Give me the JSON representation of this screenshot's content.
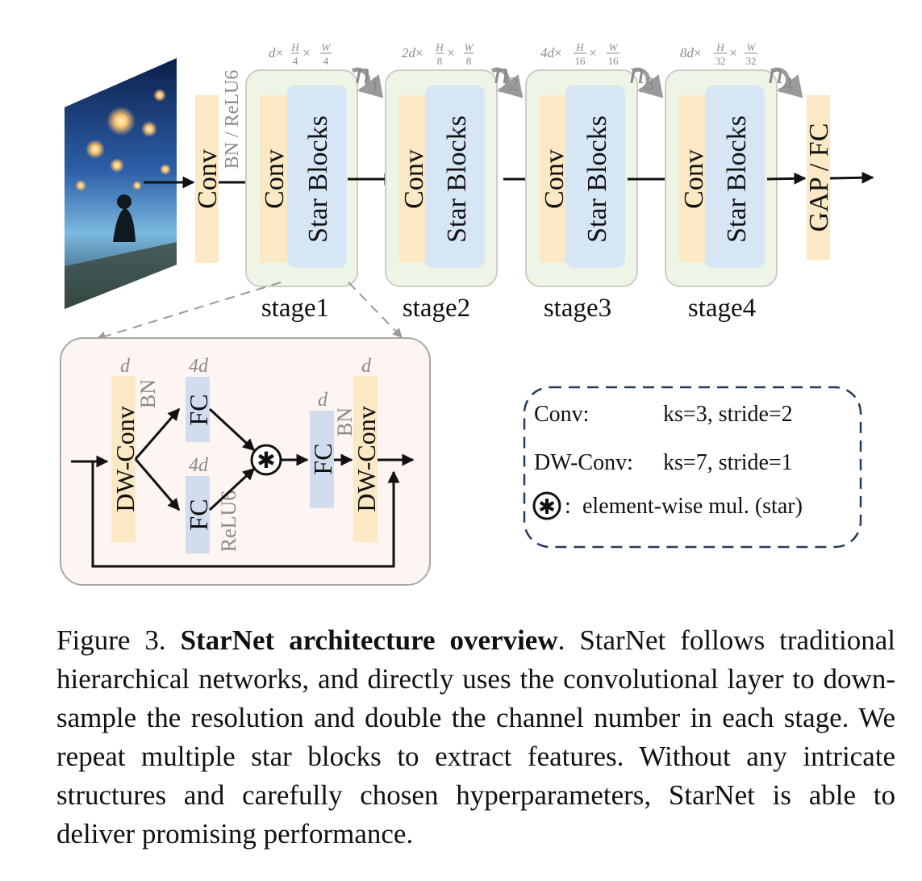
{
  "diagram": {
    "stem": {
      "conv": "Conv",
      "norm": "BN / ReLU6"
    },
    "stages": [
      {
        "label": "stage1",
        "conv": "Conv",
        "blocks": "Star Blocks",
        "repeat": "n",
        "repeat_sub": "1",
        "shape": {
          "ch": "d",
          "h_num": "H",
          "h_den": "4",
          "w_num": "W",
          "w_den": "4"
        }
      },
      {
        "label": "stage2",
        "conv": "Conv",
        "blocks": "Star Blocks",
        "repeat": "n",
        "repeat_sub": "2",
        "shape": {
          "ch": "2d",
          "h_num": "H",
          "h_den": "8",
          "w_num": "W",
          "w_den": "8"
        }
      },
      {
        "label": "stage3",
        "conv": "Conv",
        "blocks": "Star Blocks",
        "repeat": "n",
        "repeat_sub": "3",
        "shape": {
          "ch": "4d",
          "h_num": "H",
          "h_den": "16",
          "w_num": "W",
          "w_den": "16"
        }
      },
      {
        "label": "stage4",
        "conv": "Conv",
        "blocks": "Star Blocks",
        "repeat": "n",
        "repeat_sub": "4",
        "shape": {
          "ch": "8d",
          "h_num": "H",
          "h_den": "32",
          "w_num": "W",
          "w_den": "32"
        }
      }
    ],
    "head": "GAP / FC",
    "star_block": {
      "dwconv1": "DW-Conv",
      "dwconv1_dim": "d",
      "dwconv1_norm": "BN",
      "fc_top": "FC",
      "fc_top_dim": "4d",
      "fc_bottom": "FC",
      "fc_bottom_dim": "4d",
      "fc_bottom_act": "ReLU6",
      "star_symbol": "✱",
      "fc_out": "FC",
      "fc_out_dim": "d",
      "fc_out_norm": "BN",
      "dwconv2": "DW-Conv",
      "dwconv2_dim": "d"
    },
    "legend": [
      {
        "name": "Conv:",
        "value": "ks=3, stride=2"
      },
      {
        "name": "DW-Conv:",
        "value": "ks=7, stride=1"
      },
      {
        "name": ":",
        "value": "element-wise mul. (star)"
      }
    ]
  },
  "caption": {
    "label": "Figure 3.",
    "title": "StarNet architecture overview",
    "text": ". StarNet follows traditional hierarchical networks, and directly uses the convolutional layer to down-sample the resolution and double the channel number in each stage. We repeat multiple star blocks to extract features. Without any intricate structures and carefully chosen hyperparameters, StarNet is able to deliver promising performance."
  },
  "colors": {
    "conv_fill": "#fbe8c4",
    "blocks_fill": "#d6e6f5",
    "stage_fill": "#eef5e6",
    "stage_border": "#c9cfc4",
    "block_panel_fill": "#fcf5f1",
    "gray_text": "#8a8a8a"
  }
}
